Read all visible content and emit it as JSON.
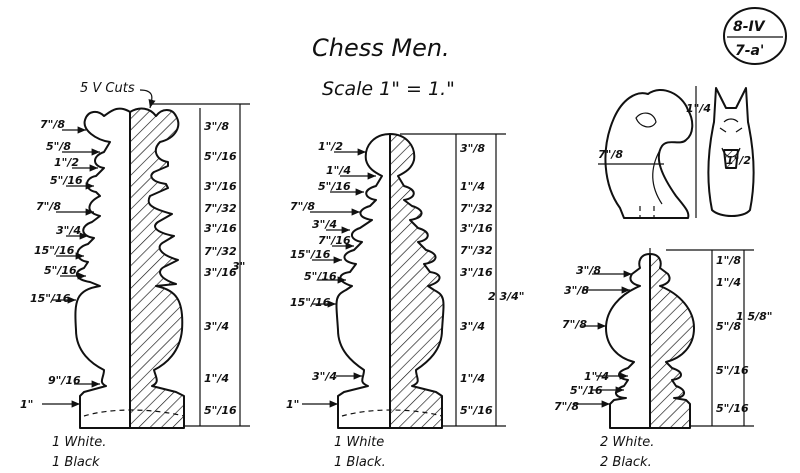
{
  "title": "Chess Men.",
  "scale": "Scale 1\" = 1.\"",
  "badge": {
    "top": "8-IV",
    "bottom": "7-a'"
  },
  "pieces": [
    {
      "name": "queen",
      "cuts_label": "5 V Cuts",
      "caption_1": "1 White.",
      "caption_2": "1 Black",
      "height_label": "3\"",
      "left_dims": [
        "7\"/8",
        "5\"/8",
        "1\"/2",
        "5\"/16",
        "7\"/8",
        "3\"/4",
        "15\"/16",
        "5\"/16",
        "15\"/16",
        "9\"/16",
        "1\""
      ],
      "right_dims": [
        "3\"/8",
        "5\"/16",
        "3\"/16",
        "7\"/32",
        "3\"/16",
        "7\"/32",
        "3\"/16",
        "3\"/4",
        "1\"/4",
        "5\"/16"
      ]
    },
    {
      "name": "pawn-like",
      "caption_1": "1 White",
      "caption_2": "1 Black.",
      "height_label": "2 3/4\"",
      "left_dims": [
        "1\"/2",
        "1\"/4",
        "5\"/16",
        "7\"/8",
        "3\"/4",
        "7\"/16",
        "15\"/16",
        "5\"/16",
        "15\"/16",
        "3\"/4",
        "1\""
      ],
      "right_dims": [
        "3\"/8",
        "1\"/4",
        "7\"/32",
        "3\"/16",
        "7\"/32",
        "3\"/16",
        "3\"/4",
        "1\"/4",
        "5\"/16"
      ]
    },
    {
      "name": "ball",
      "caption_1": "2 White.",
      "caption_2": "2 Black.",
      "height_label": "1 5/8\"",
      "knight_dims": [
        "1\"/4",
        "7\"/8",
        "1\"/2"
      ],
      "left_dims": [
        "3\"/8",
        "3\"/8",
        "7\"/8",
        "1\"/4",
        "5\"/16",
        "7\"/8"
      ],
      "right_dims": [
        "1\"/8",
        "1\"/4",
        "5\"/8",
        "5\"/16",
        "5\"/16"
      ]
    }
  ],
  "colors": {
    "ink": "#111111",
    "paper": "#ffffff"
  }
}
